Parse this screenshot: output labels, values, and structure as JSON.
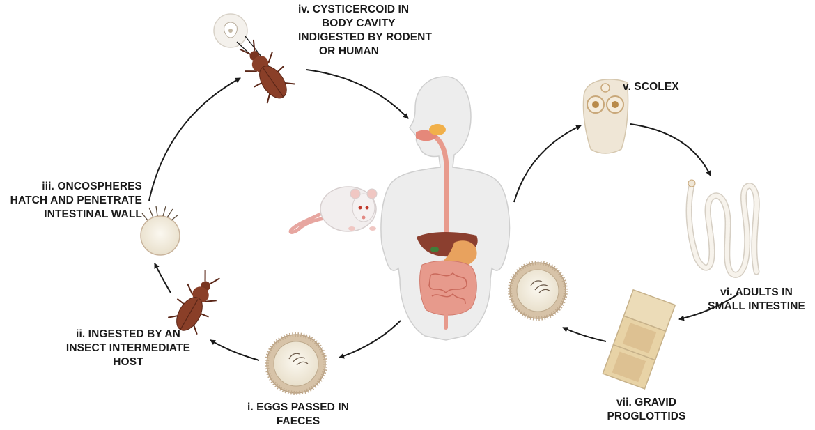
{
  "colors": {
    "body": "#ececec",
    "body_outline": "#c9c9c9",
    "beetle": "#8a3f28",
    "beetle_dark": "#5a2617",
    "intestine": "#e79a8c",
    "liver": "#8b3f2f",
    "stomach": "#e8a25e",
    "egg_shell": "#c9b49c",
    "egg_inner": "#f6f1e6",
    "proglottid": "#ecdcb8",
    "rat": "#f2eeee",
    "rat_tail": "#e7a6a0",
    "arrow": "#1a1a1a"
  },
  "stages": {
    "i": {
      "lines": [
        "i. EGGS PASSED IN",
        "FAECES"
      ]
    },
    "ii": {
      "lines": [
        "ii. INGESTED BY AN",
        "INSECT INTERMEDIATE",
        "HOST"
      ]
    },
    "iii": {
      "lines": [
        "iii. ONCOSPHERES",
        "HATCH AND PENETRATE",
        "INTESTINAL WALL"
      ]
    },
    "iv": {
      "lines": [
        "iv. CYSTICERCOID IN",
        "BODY CAVITY",
        "INDIGESTED BY RODENT",
        "OR HUMAN"
      ]
    },
    "v": {
      "lines": [
        "v. SCOLEX"
      ]
    },
    "vi": {
      "lines": [
        "vi. ADULTS IN",
        "SMALL INTESTINE"
      ]
    },
    "vii": {
      "lines": [
        "vii. GRAVID",
        "PROGLOTTIDS"
      ]
    }
  }
}
